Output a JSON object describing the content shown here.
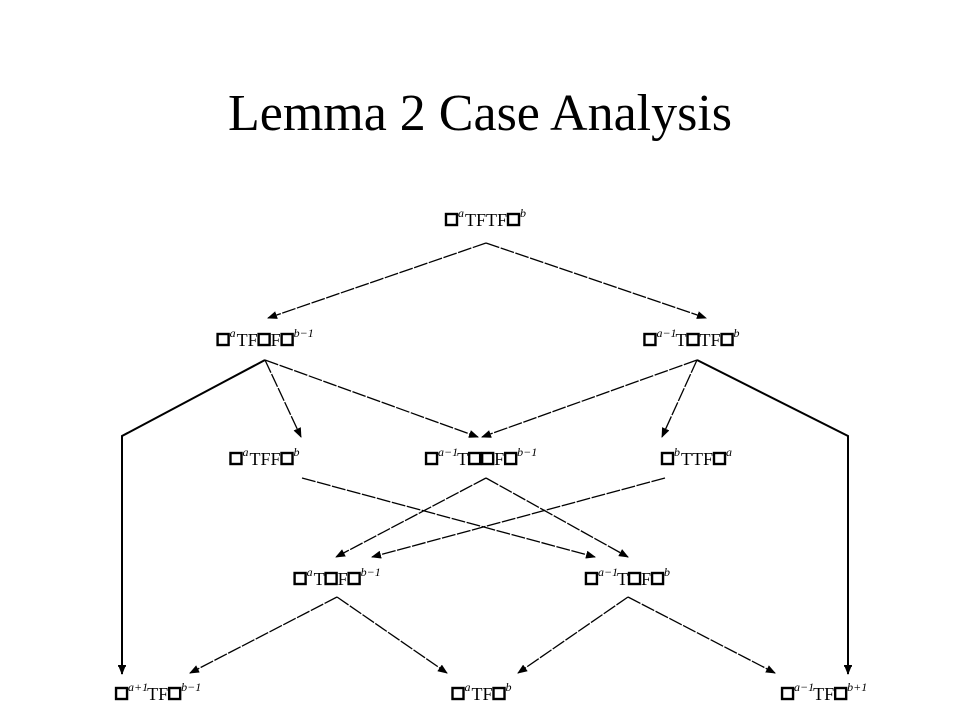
{
  "slide": {
    "title": "Lemma 2 Case Analysis"
  },
  "diagram": {
    "nodes": [
      {
        "id": "root",
        "parts": [
          {
            "t": "box"
          },
          {
            "t": "sup",
            "v": "a"
          },
          {
            "t": "txt",
            "v": "TFTF"
          },
          {
            "t": "box"
          },
          {
            "t": "sup",
            "v": "b"
          }
        ]
      },
      {
        "id": "l1a",
        "parts": [
          {
            "t": "box"
          },
          {
            "t": "sup",
            "v": "a"
          },
          {
            "t": "txt",
            "v": "TF"
          },
          {
            "t": "box"
          },
          {
            "t": "txt",
            "v": "F"
          },
          {
            "t": "box"
          },
          {
            "t": "sup",
            "v": "b−1"
          }
        ]
      },
      {
        "id": "l1b",
        "parts": [
          {
            "t": "box"
          },
          {
            "t": "sup",
            "v": "a−1"
          },
          {
            "t": "txt",
            "v": "T"
          },
          {
            "t": "box"
          },
          {
            "t": "txt",
            "v": "TF"
          },
          {
            "t": "box"
          },
          {
            "t": "sup",
            "v": "b"
          }
        ]
      },
      {
        "id": "l2a",
        "parts": [
          {
            "t": "box"
          },
          {
            "t": "sup",
            "v": "a"
          },
          {
            "t": "txt",
            "v": "TFF"
          },
          {
            "t": "box"
          },
          {
            "t": "sup",
            "v": "b"
          }
        ]
      },
      {
        "id": "l2b",
        "parts": [
          {
            "t": "box"
          },
          {
            "t": "sup",
            "v": "a−1"
          },
          {
            "t": "txt",
            "v": "T"
          },
          {
            "t": "box"
          },
          {
            "t": "box"
          },
          {
            "t": "txt",
            "v": "F"
          },
          {
            "t": "box"
          },
          {
            "t": "sup",
            "v": "b−1"
          }
        ]
      },
      {
        "id": "l2c",
        "parts": [
          {
            "t": "box"
          },
          {
            "t": "sup",
            "v": "b"
          },
          {
            "t": "txt",
            "v": "TTF"
          },
          {
            "t": "box"
          },
          {
            "t": "sup",
            "v": "a"
          }
        ]
      },
      {
        "id": "l3a",
        "parts": [
          {
            "t": "box"
          },
          {
            "t": "sup",
            "v": "a"
          },
          {
            "t": "txt",
            "v": "T"
          },
          {
            "t": "box"
          },
          {
            "t": "txt",
            "v": "F"
          },
          {
            "t": "box"
          },
          {
            "t": "sup",
            "v": "b−1"
          }
        ]
      },
      {
        "id": "l3b",
        "parts": [
          {
            "t": "box"
          },
          {
            "t": "sup",
            "v": "a−1"
          },
          {
            "t": "txt",
            "v": "T"
          },
          {
            "t": "box"
          },
          {
            "t": "txt",
            "v": "F"
          },
          {
            "t": "box"
          },
          {
            "t": "sup",
            "v": "b"
          }
        ]
      },
      {
        "id": "l4a",
        "parts": [
          {
            "t": "box"
          },
          {
            "t": "sup",
            "v": "a+1"
          },
          {
            "t": "txt",
            "v": "TF"
          },
          {
            "t": "box"
          },
          {
            "t": "sup",
            "v": "b−1"
          }
        ]
      },
      {
        "id": "l4b",
        "parts": [
          {
            "t": "box"
          },
          {
            "t": "sup",
            "v": "a"
          },
          {
            "t": "txt",
            "v": "TF"
          },
          {
            "t": "box"
          },
          {
            "t": "sup",
            "v": "b"
          }
        ]
      },
      {
        "id": "l4c",
        "parts": [
          {
            "t": "box"
          },
          {
            "t": "sup",
            "v": "a−1"
          },
          {
            "t": "txt",
            "v": "TF"
          },
          {
            "t": "box"
          },
          {
            "t": "sup",
            "v": "b+1"
          }
        ]
      }
    ],
    "edges": [
      {
        "from": "root",
        "to": "l1a"
      },
      {
        "from": "root",
        "to": "l1b"
      },
      {
        "from": "l1a",
        "to": "l4a"
      },
      {
        "from": "l1a",
        "to": "l2a"
      },
      {
        "from": "l1a",
        "to": "l2b"
      },
      {
        "from": "l1b",
        "to": "l2b"
      },
      {
        "from": "l1b",
        "to": "l2c"
      },
      {
        "from": "l1b",
        "to": "l4c"
      },
      {
        "from": "l2a",
        "to": "l3b"
      },
      {
        "from": "l2b",
        "to": "l3a"
      },
      {
        "from": "l2b",
        "to": "l3b"
      },
      {
        "from": "l2c",
        "to": "l3a"
      },
      {
        "from": "l3a",
        "to": "l4a"
      },
      {
        "from": "l3a",
        "to": "l4b"
      },
      {
        "from": "l3b",
        "to": "l4b"
      },
      {
        "from": "l3b",
        "to": "l4c"
      }
    ]
  }
}
